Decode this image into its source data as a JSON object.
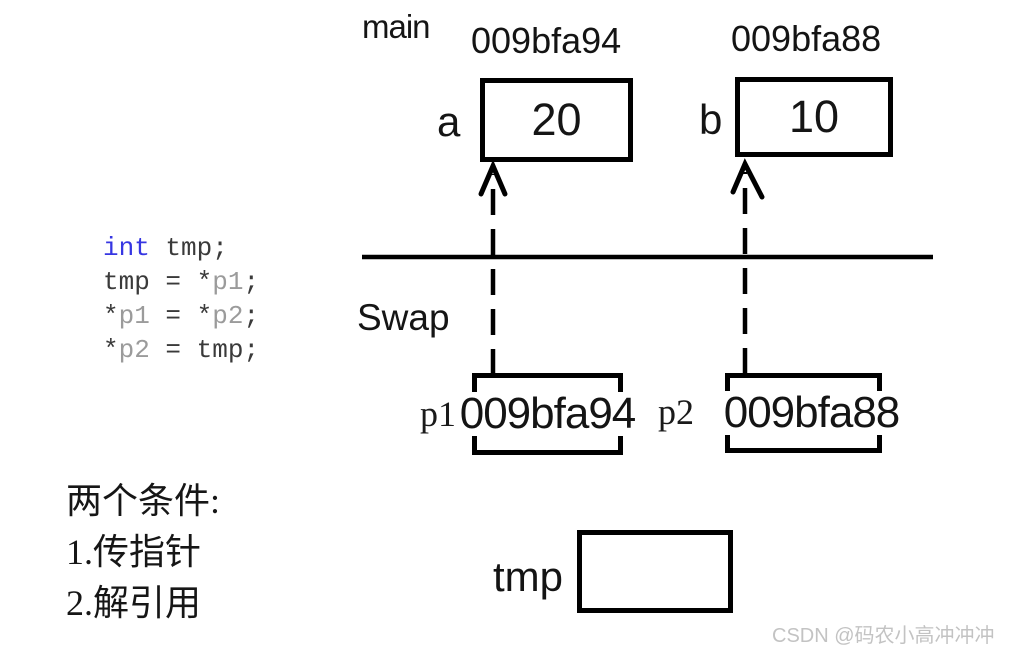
{
  "diagram": {
    "main_frame": {
      "label": "main",
      "variables": [
        {
          "name": "a",
          "address": "009bfa94",
          "value": "20"
        },
        {
          "name": "b",
          "address": "009bfa88",
          "value": "10"
        }
      ]
    },
    "swap_frame": {
      "label": "Swap",
      "pointers": [
        {
          "name": "p1",
          "value": "009bfa94"
        },
        {
          "name": "p2",
          "value": "009bfa88"
        }
      ],
      "temp_var": {
        "name": "tmp",
        "value": ""
      }
    }
  },
  "code": {
    "lines": [
      [
        {
          "text": "int",
          "type": "keyword"
        },
        {
          "text": " tmp;",
          "type": "plain"
        }
      ],
      [
        {
          "text": "tmp = *",
          "type": "plain"
        },
        {
          "text": "p1",
          "type": "pointer"
        },
        {
          "text": ";",
          "type": "plain"
        }
      ],
      [
        {
          "text": "*",
          "type": "plain"
        },
        {
          "text": "p1",
          "type": "pointer"
        },
        {
          "text": " = *",
          "type": "plain"
        },
        {
          "text": "p2",
          "type": "pointer"
        },
        {
          "text": ";",
          "type": "plain"
        }
      ],
      [
        {
          "text": "*",
          "type": "plain"
        },
        {
          "text": "p2",
          "type": "pointer"
        },
        {
          "text": " = tmp;",
          "type": "plain"
        }
      ]
    ],
    "token_colors": {
      "keyword": "#3636e2",
      "plain": "#3a3a3a",
      "pointer": "#9b9b9b"
    }
  },
  "notes": {
    "line1": "两个条件:",
    "line2": "1.传指针",
    "line3": "2.解引用"
  },
  "watermark": {
    "text": "CSDN @码农小高冲冲冲",
    "color": "#c3c3c3"
  },
  "colors": {
    "stroke": "#000000",
    "box_border": "#000000"
  }
}
